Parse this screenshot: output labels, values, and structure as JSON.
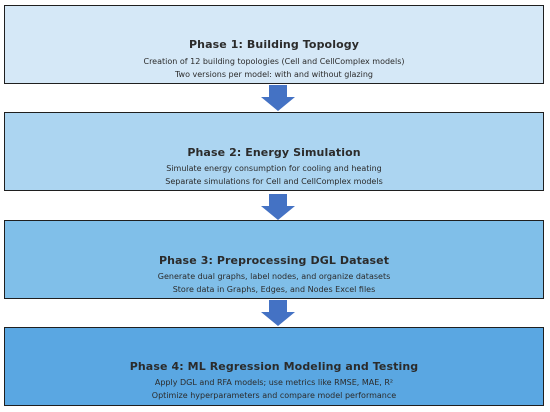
{
  "phases": [
    {
      "title": "Phase 1: Building Topology",
      "lines": [
        "Creation of 12 building topologies (Cell and CellComplex models)",
        "Two versions per model: with and without glazing"
      ],
      "color": "#d5e8f7"
    },
    {
      "title": "Phase 2: Energy Simulation",
      "lines": [
        "Simulate energy consumption for cooling and heating",
        "Separate simulations for Cell and CellComplex models"
      ],
      "color": "#acd5f1"
    },
    {
      "title": "Phase 3: Preprocessing DGL Dataset",
      "lines": [
        "Generate dual graphs, label nodes, and organize datasets",
        "Store data in Graphs, Edges, and Nodes Excel files"
      ],
      "color": "#80bfe9"
    },
    {
      "title": "Phase 4: ML Regression Modeling and Testing",
      "lines": [
        "Apply DGL and RFA models; use metrics like RMSE, MAE, R²",
        "Optimize hyperparameters and compare model performance"
      ],
      "color": "#5aa7e2"
    }
  ],
  "arrow_color": "#4472c4"
}
